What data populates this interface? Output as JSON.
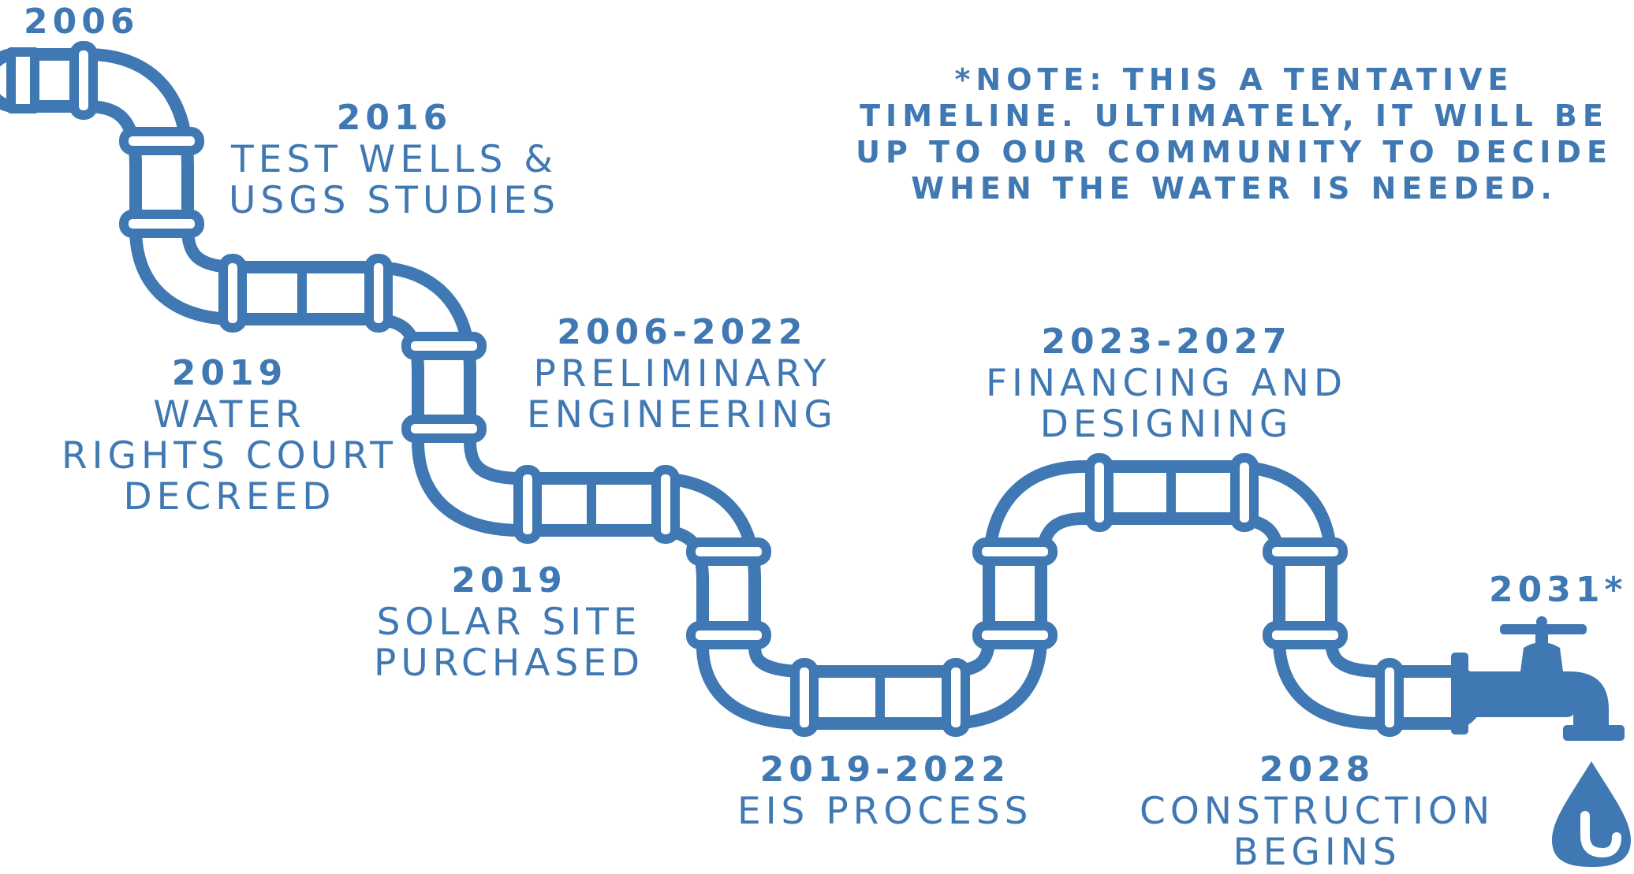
{
  "timeline": [
    {
      "id": "start",
      "year": "2006",
      "lines": []
    },
    {
      "id": "test-wells",
      "year": "2016",
      "lines": [
        "TEST WELLS &",
        "USGS STUDIES"
      ]
    },
    {
      "id": "water-rights",
      "year": "2019",
      "lines": [
        "WATER",
        "RIGHTS COURT",
        "DECREED"
      ]
    },
    {
      "id": "preliminary-engineering",
      "year": "2006-2022",
      "lines": [
        "PRELIMINARY",
        "ENGINEERING"
      ]
    },
    {
      "id": "solar-site",
      "year": "2019",
      "lines": [
        "SOLAR SITE",
        "PURCHASED"
      ]
    },
    {
      "id": "eis-process",
      "year": "2019-2022",
      "lines": [
        "EIS PROCESS"
      ]
    },
    {
      "id": "financing",
      "year": "2023-2027",
      "lines": [
        "FINANCING AND",
        "DESIGNING"
      ]
    },
    {
      "id": "construction",
      "year": "2028",
      "lines": [
        "CONSTRUCTION",
        "BEGINS"
      ]
    },
    {
      "id": "completion",
      "year": "2031*",
      "lines": []
    }
  ],
  "note": {
    "lines": [
      "*NOTE: THIS A TENTATIVE",
      "TIMELINE. ULTIMATELY, IT WILL BE",
      "UP TO OUR COMMUNITY TO DECIDE",
      "WHEN THE WATER IS NEEDED."
    ]
  },
  "colors": {
    "pipe": "#3f78b2",
    "pipe_fill": "#ffffff",
    "text": "#3f78b2"
  },
  "icons": [
    "pipeline-icon",
    "faucet-icon",
    "water-drop-icon"
  ]
}
